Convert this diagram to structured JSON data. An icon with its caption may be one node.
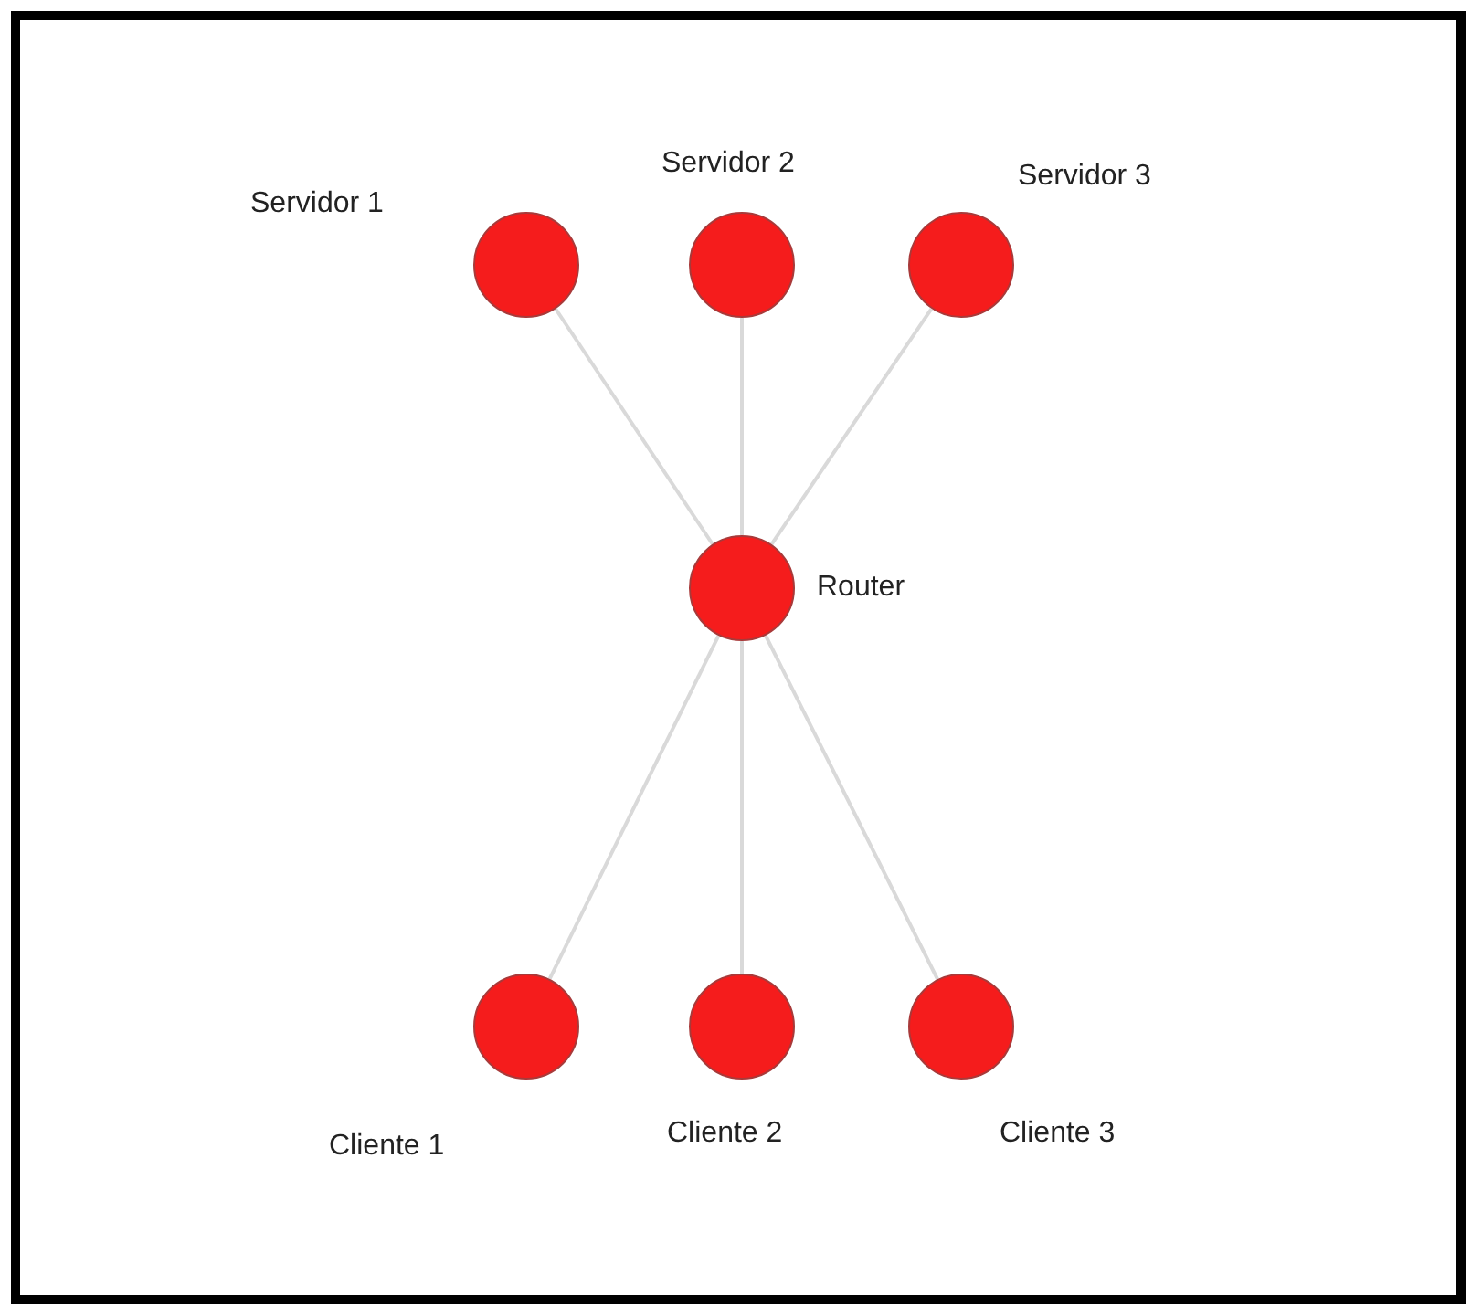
{
  "diagram": {
    "nodes": [
      {
        "text": [
          "Servidor 1"
        ]
      },
      {
        "text": [
          "Servidor 2"
        ]
      },
      {
        "text": [
          "Servidor 3"
        ]
      },
      {
        "text": [
          "Router"
        ]
      },
      {
        "text": [
          "Cliente 1"
        ]
      },
      {
        "text": [
          "Cliente 2"
        ]
      },
      {
        "text": [
          "Cliente 3"
        ]
      }
    ],
    "edges": [
      {
        "from": 0,
        "to": 3,
        "arrow": "none"
      },
      {
        "from": 1,
        "to": 3,
        "arrow": "none"
      },
      {
        "from": 2,
        "to": 3,
        "arrow": "none"
      },
      {
        "from": 3,
        "to": 4,
        "arrow": "none"
      },
      {
        "from": 3,
        "to": 5,
        "arrow": "none"
      },
      {
        "from": 3,
        "to": 6,
        "arrow": "none"
      }
    ]
  }
}
